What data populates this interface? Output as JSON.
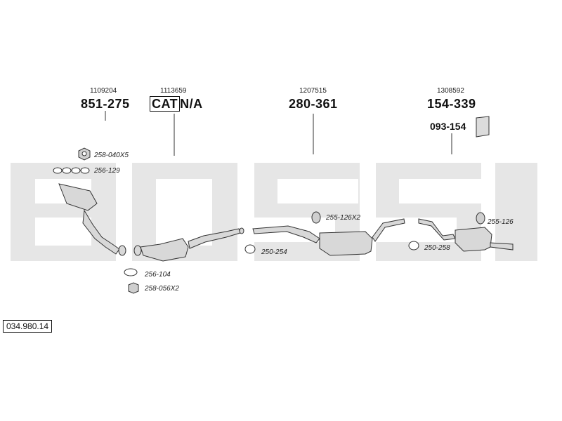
{
  "assemblies": [
    {
      "ref": "1109204",
      "part": "851-275"
    },
    {
      "ref": "1113659",
      "cat": "CAT",
      "part": "N/A"
    },
    {
      "ref": "1207515",
      "part": "280-361"
    },
    {
      "ref": "1308592",
      "part": "154-339",
      "sub_part": "093-154"
    }
  ],
  "parts": [
    {
      "label": "258-040X5"
    },
    {
      "label": "256-129"
    },
    {
      "label": "255-126X2"
    },
    {
      "label": "255-126"
    },
    {
      "label": "250-254"
    },
    {
      "label": "250-258"
    },
    {
      "label": "256-104"
    },
    {
      "label": "258-056X2"
    }
  ],
  "diagram_code": "034.980.14",
  "colors": {
    "watermark": "#e6e6e6",
    "line": "#333333",
    "part_fill": "#d8d8d8"
  }
}
